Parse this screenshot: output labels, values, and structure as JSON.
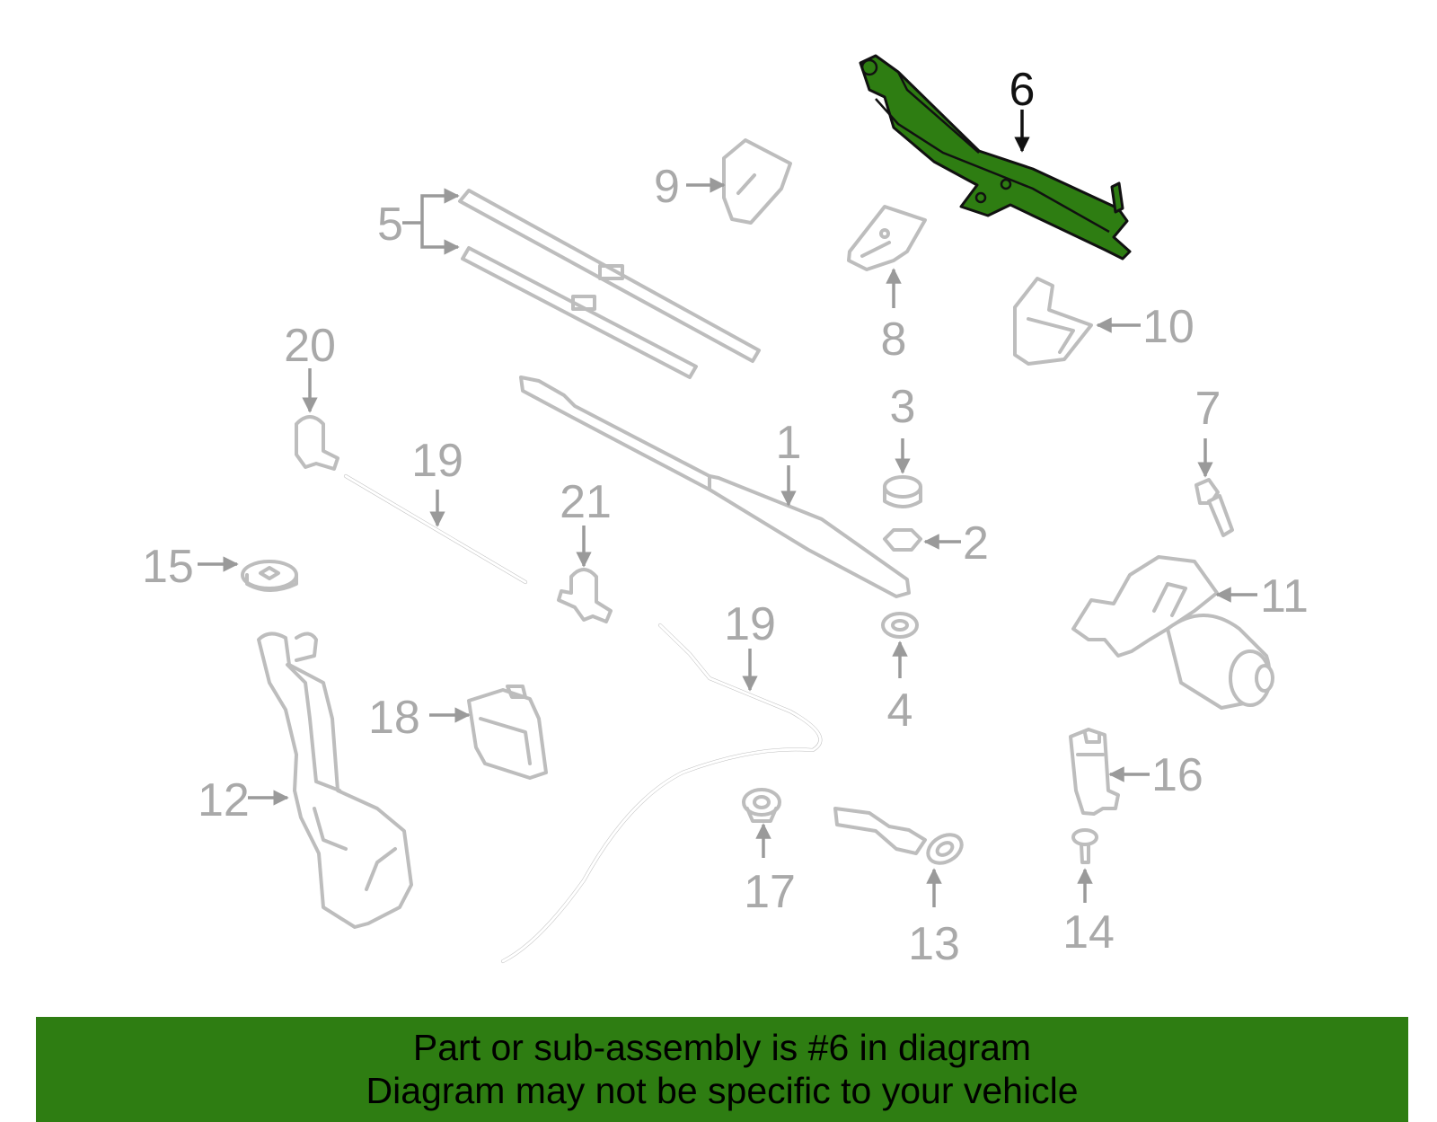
{
  "labels": {
    "p1": "1",
    "p2": "2",
    "p3": "3",
    "p4": "4",
    "p5": "5",
    "p6": "6",
    "p7": "7",
    "p8": "8",
    "p9": "9",
    "p10": "10",
    "p11": "11",
    "p12": "12",
    "p13": "13",
    "p14": "14",
    "p15": "15",
    "p16": "16",
    "p17": "17",
    "p18": "18",
    "p19a": "19",
    "p19b": "19",
    "p20": "20",
    "p21": "21"
  },
  "banner": {
    "line1": "Part or sub-assembly is #6 in diagram",
    "line2": "Diagram may not be specific to your vehicle"
  },
  "colors": {
    "highlight": "#2e7d12",
    "banner": "#2e7d12",
    "part_outline": "#bdbdbd",
    "label": "#a9a9a9"
  }
}
